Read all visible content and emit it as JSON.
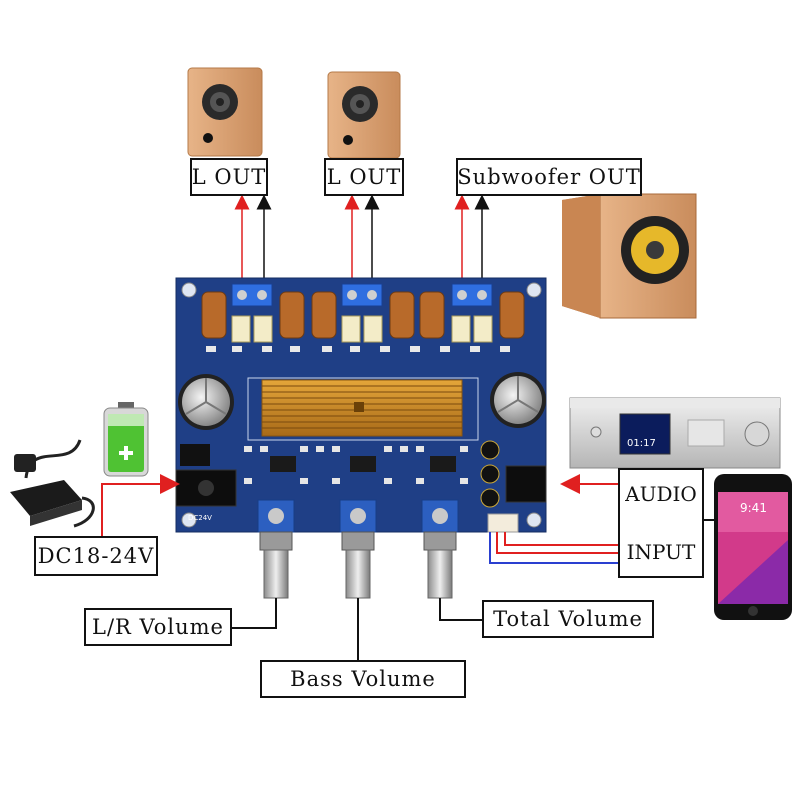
{
  "labels": {
    "left_out_1": "L OUT",
    "left_out_2": "L OUT",
    "subwoofer_out": "Subwoofer OUT",
    "power": "DC18-24V",
    "audio": "AUDIO",
    "input": "INPUT",
    "lr_volume": "L/R Volume",
    "bass_volume": "Bass Volume",
    "total_volume": "Total Volume"
  },
  "board_text": {
    "power_jack": "DC24V"
  },
  "phone": {
    "time": "9:41"
  },
  "player": {
    "time": "01:17"
  },
  "colors": {
    "board": "#1f3f86",
    "signal_red": "#e02020",
    "signal_blue": "#2a3fd0",
    "wood": "#d9a273",
    "heatsink": "#c8902c",
    "pot_blue": "#2c5fc0"
  }
}
